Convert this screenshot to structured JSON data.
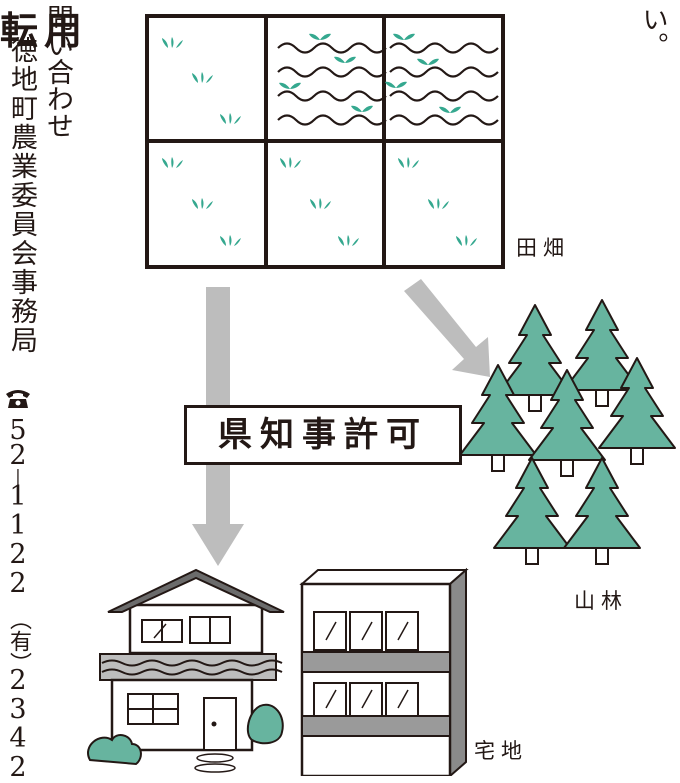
{
  "sidebar": {
    "contact_heading": "問い合わせ",
    "office_name": "徳地町農業委員会事務局",
    "phone_icon": "phone-icon",
    "phone_digits": [
      "5",
      "2",
      "|",
      "1",
      "1",
      "2",
      "2"
    ],
    "fax_mark": "（有）",
    "fax_digits": [
      "2",
      "3",
      "4",
      "2"
    ]
  },
  "corner_text": "い。",
  "diagram": {
    "fields_label": "田畑",
    "forest_label": "山林",
    "residential_label": "宅地",
    "conversion_label": "転用",
    "permit_label": "県知事許可"
  },
  "colors": {
    "sprout": "#35a88f",
    "tree_fill": "#67b49f",
    "tree_stroke": "#231815",
    "arrow": "#bdbdbd",
    "ink": "#231815"
  }
}
